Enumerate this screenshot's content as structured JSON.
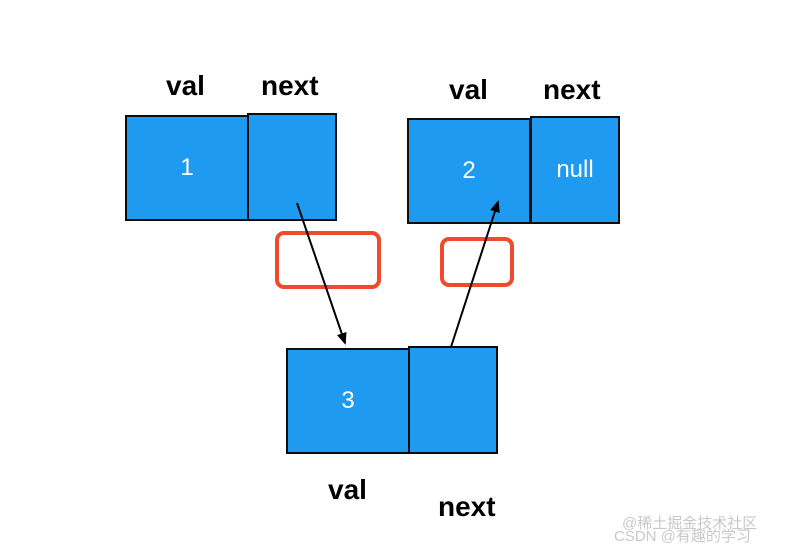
{
  "nodes": [
    {
      "id": "node-1",
      "val_label": "val",
      "next_label": "next",
      "val": "1",
      "next": ""
    },
    {
      "id": "node-2",
      "val_label": "val",
      "next_label": "next",
      "val": "2",
      "next": "null"
    },
    {
      "id": "node-3",
      "val_label": "val",
      "next_label": "next",
      "val": "3",
      "next": ""
    }
  ],
  "watermark": {
    "line1": "@稀土掘金技术社区",
    "line2": "CSDN @有趣的学习"
  },
  "colors": {
    "cell_fill": "#1E9BF0",
    "cell_border": "#0d0d0d",
    "highlight": "#EF4A2E",
    "arrow": "#000000",
    "label_text": "#000000",
    "value_text": "#ffffff"
  }
}
